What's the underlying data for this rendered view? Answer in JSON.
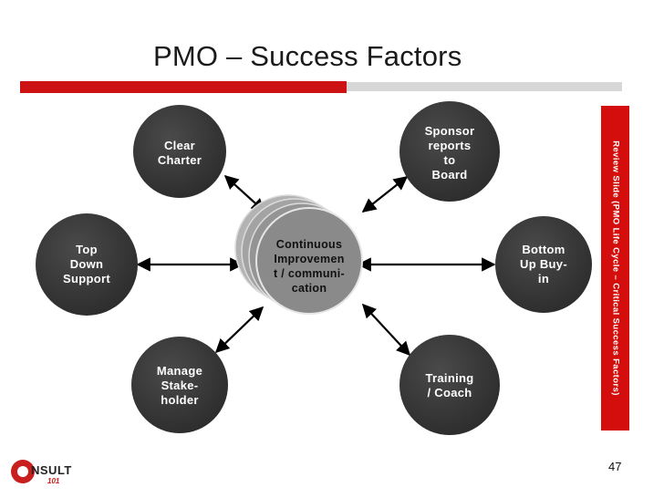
{
  "slide": {
    "title": "PMO – Success Factors",
    "side_note": "Review Slide (PMO Life Cycle – Critical Success Factors)",
    "page_number": "47"
  },
  "logo": {
    "main": "NSULT",
    "sub": "101"
  },
  "diagram": {
    "center": {
      "label": "Continuous\nImprovemen\nt / communi-\ncation"
    },
    "nodes": [
      {
        "id": "clear-charter",
        "label": "Clear\nCharter"
      },
      {
        "id": "sponsor-reports",
        "label": "Sponsor\nreports\nto\nBoard"
      },
      {
        "id": "top-down-support",
        "label": "Top\nDown\nSupport"
      },
      {
        "id": "bottom-up-buyin",
        "label": "Bottom\nUp Buy-\nin"
      },
      {
        "id": "manage-stakeholder",
        "label": "Manage\nStake-\nholder"
      },
      {
        "id": "training-coach",
        "label": "Training\n/ Coach"
      }
    ]
  },
  "colors": {
    "node_fill": "#3c3c3c",
    "center_fill": "#8c8c8c",
    "accent_red": "#cc1212"
  }
}
